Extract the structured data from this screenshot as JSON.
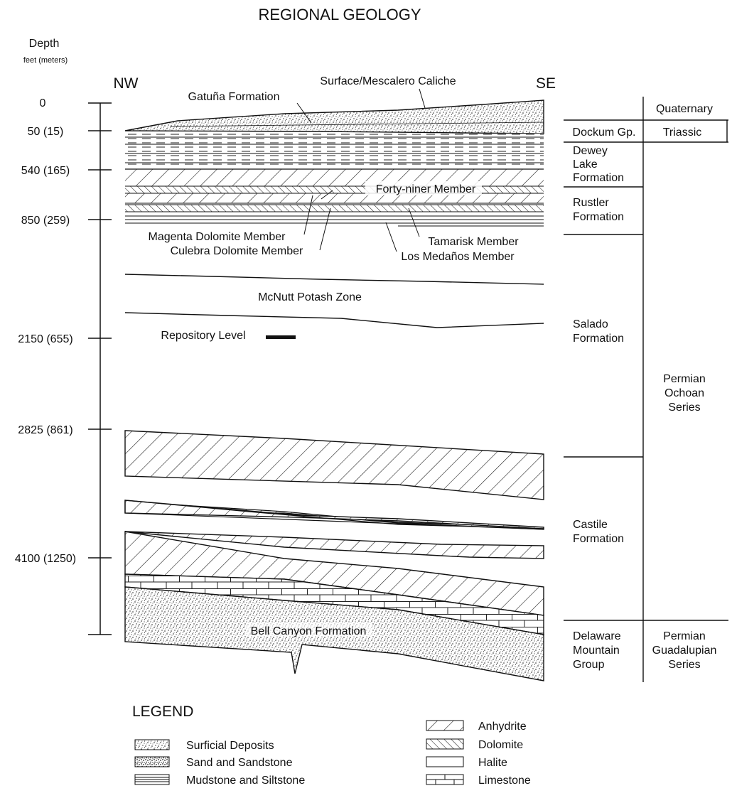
{
  "title": "REGIONAL GEOLOGY",
  "depth_axis": {
    "label": "Depth",
    "units": "feet (meters)",
    "ticks": [
      "0",
      "50 (15)",
      "540 (165)",
      "850 (259)",
      "2150 (655)",
      "2825 (861)",
      "4100 (1250)"
    ]
  },
  "directions": {
    "left": "NW",
    "right": "SE"
  },
  "section_labels": {
    "surface": "Surface/Mescalero Caliche",
    "gatuna": "Gatuña Formation",
    "forty_niner": "Forty-niner Member",
    "magenta": "Magenta Dolomite Member",
    "culebra": "Culebra Dolomite Member",
    "tamarisk": "Tamarisk Member",
    "los_medanos": "Los Medaños Member",
    "mcnutt": "McNutt Potash Zone",
    "repository": "Repository Level",
    "bell_canyon": "Bell Canyon Formation"
  },
  "formations": {
    "dockum": "Dockum Gp.",
    "dewey_1": "Dewey",
    "dewey_2": "Lake",
    "dewey_3": "Formation",
    "rustler_1": "Rustler",
    "rustler_2": "Formation",
    "salado_1": "Salado",
    "salado_2": "Formation",
    "castile_1": "Castile",
    "castile_2": "Formation",
    "delaware_1": "Delaware",
    "delaware_2": "Mountain",
    "delaware_3": "Group"
  },
  "series": {
    "quaternary": "Quaternary",
    "triassic": "Triassic",
    "ochoan_1": "Permian",
    "ochoan_2": "Ochoan",
    "ochoan_3": "Series",
    "guadalupian_1": "Permian",
    "guadalupian_2": "Guadalupian",
    "guadalupian_3": "Series"
  },
  "legend": {
    "title": "LEGEND",
    "items_left": [
      "Surficial Deposits",
      "Sand and Sandstone",
      "Mudstone and Siltstone"
    ],
    "items_right": [
      "Anhydrite",
      "Dolomite",
      "Halite",
      "Limestone"
    ]
  }
}
